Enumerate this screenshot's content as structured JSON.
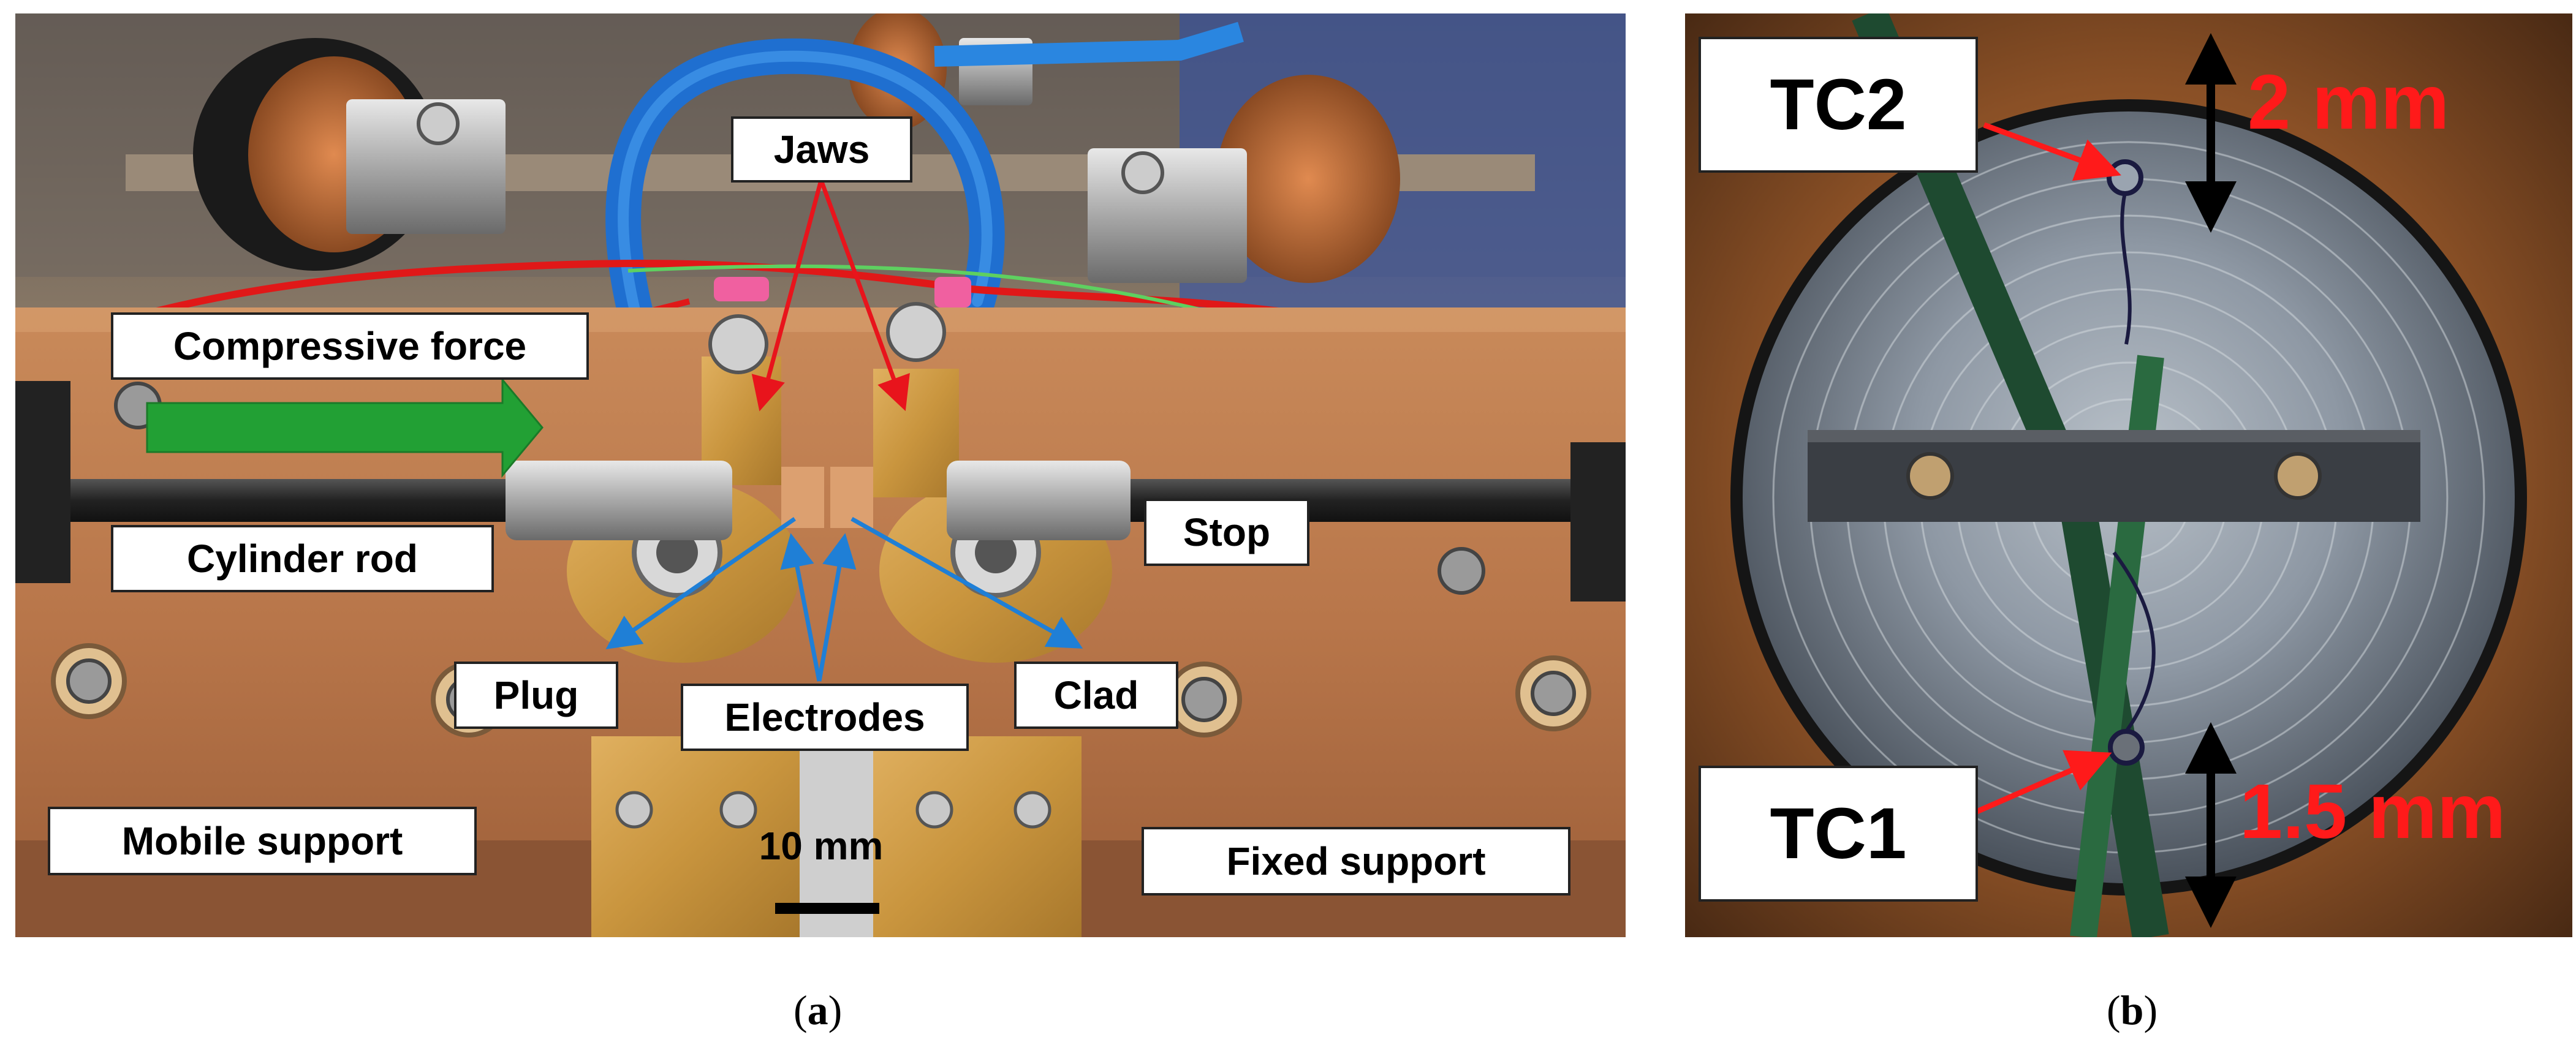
{
  "panel_a": {
    "labels": {
      "jaws": "Jaws",
      "compressive_force": "Compressive force",
      "cylinder_rod": "Cylinder rod",
      "stop": "Stop",
      "plug": "Plug",
      "electrodes": "Electrodes",
      "clad": "Clad",
      "mobile_support": "Mobile support",
      "fixed_support": "Fixed support",
      "scale_bar": "10 mm"
    },
    "caption_letter": "a"
  },
  "panel_b": {
    "labels": {
      "tc2": "TC2",
      "tc1": "TC1",
      "dim_tc2": "2 mm",
      "dim_tc1": "1.5 mm"
    },
    "caption_letter": "b"
  },
  "colors": {
    "arrow_red": "#e8141c",
    "arrow_blue": "#1f7fd6",
    "force_arrow_green": "#22a034",
    "dimension_red": "#ff1a1a"
  }
}
